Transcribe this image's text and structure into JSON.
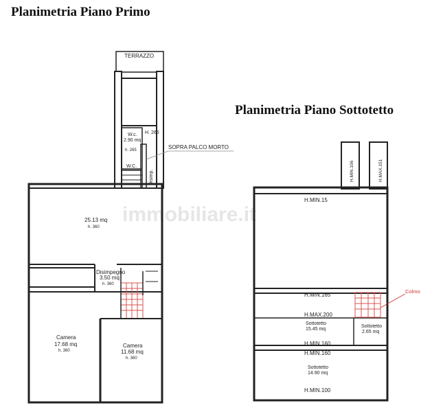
{
  "first_floor": {
    "title": "Planimetria Piano Primo",
    "terrace": "TERRAZZO",
    "wc_label": "W.c.",
    "wc_area": "2.90 mq",
    "wc_height": "h. 265",
    "wc_fixture": "W.C.",
    "height_note": "H. 265",
    "disimp_vertical": "Disimp.",
    "annotation": "SOPRA PALCO MORTO",
    "main_room_area": "25.13 mq",
    "main_room_height": "h. 360",
    "disimpegno_label": "Disimpegno",
    "disimpegno_area": "3.50 mq",
    "disimpegno_height": "h. 360",
    "camera1_label": "Camera",
    "camera1_area": "17.68 mq",
    "camera1_height": "h. 360",
    "camera2_label": "Camera",
    "camera2_area": "11.68 mq",
    "camera2_height": "h. 360"
  },
  "attic": {
    "title": "Planimetria Piano Sottotetto",
    "hmin106": "H.MIN.106",
    "hmax151": "H.MAX.151",
    "hmin15": "H.MIN.15",
    "hmin165": "H.MIN.165",
    "hmax200": "H.MAX.200",
    "colmo": "Colmo",
    "sottotetto1_label": "Sottotetto",
    "sottotetto1_area": "15.45 mq",
    "sottotetto2_label": "Sottotetto",
    "sottotetto2_area": "2.65 mq",
    "hmin160a": "H.MIN.160",
    "hmin160b": "H.MIN.160",
    "sottotetto3_label": "Sottotetto",
    "sottotetto3_area": "14.90 mq",
    "hmin100": "H.MIN.100"
  },
  "watermark": "immobiliare.it",
  "colors": {
    "wall": "#222222",
    "stairs": "#d9534f",
    "annotation": "#cc3333"
  }
}
